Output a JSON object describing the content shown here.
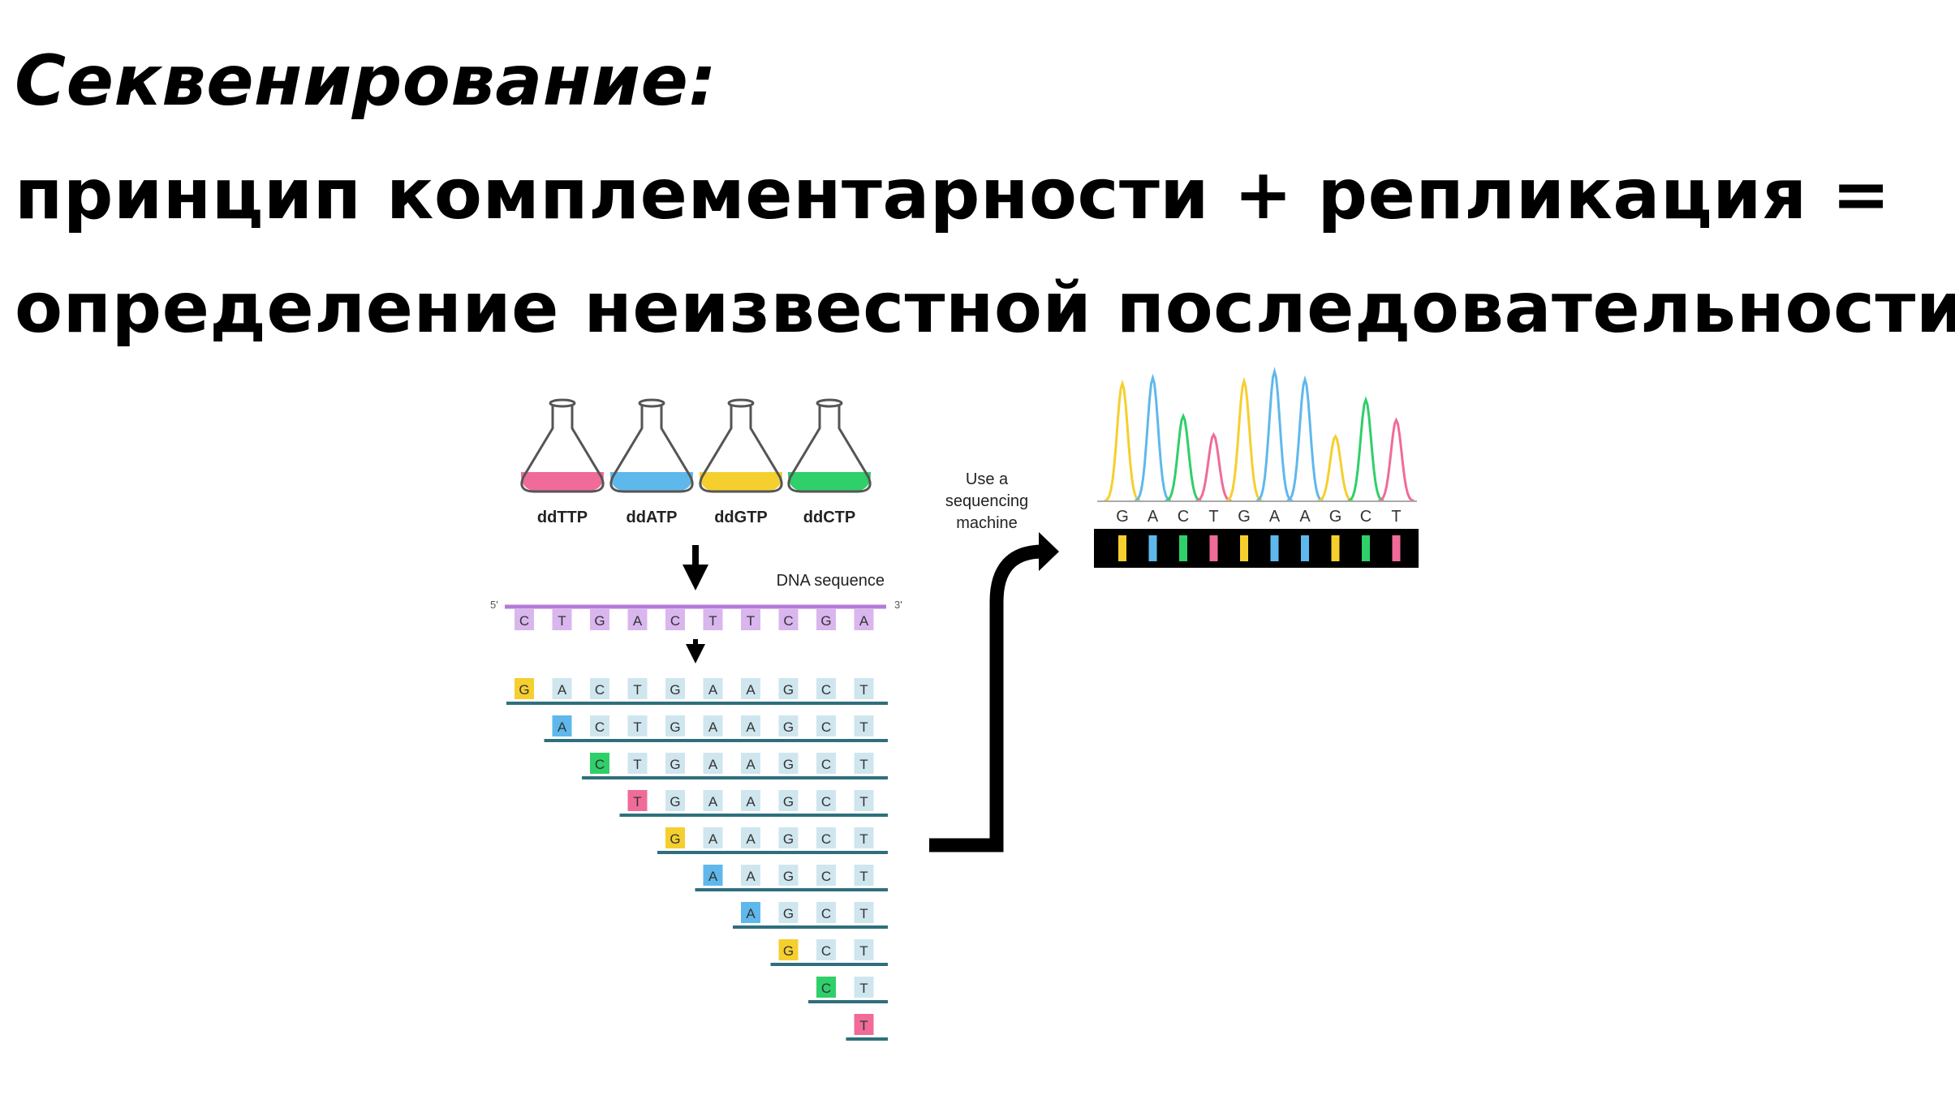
{
  "title": {
    "line1": "Секвенирование:",
    "line2": "принцип комплементарности + репликация =",
    "line3": "определение неизвестной последовательности"
  },
  "flasks": [
    {
      "label": "ddTTP",
      "color": "#f06b9a"
    },
    {
      "label": "ddATP",
      "color": "#5fb8ec"
    },
    {
      "label": "ddGTP",
      "color": "#f5cf2e"
    },
    {
      "label": "ddCTP",
      "color": "#2fcf6a"
    }
  ],
  "template": {
    "label": "DNA sequence",
    "five_prime": "5'",
    "three_prime": "3'",
    "bases": [
      "C",
      "T",
      "G",
      "A",
      "C",
      "T",
      "T",
      "C",
      "G",
      "A"
    ],
    "color": "#d9b6ee",
    "backbone_color": "#b57ad6"
  },
  "fragments": [
    [
      "G",
      "A",
      "C",
      "T",
      "G",
      "A",
      "A",
      "G",
      "C",
      "T"
    ],
    [
      "A",
      "C",
      "T",
      "G",
      "A",
      "A",
      "G",
      "C",
      "T"
    ],
    [
      "C",
      "T",
      "G",
      "A",
      "A",
      "G",
      "C",
      "T"
    ],
    [
      "T",
      "G",
      "A",
      "A",
      "G",
      "C",
      "T"
    ],
    [
      "G",
      "A",
      "A",
      "G",
      "C",
      "T"
    ],
    [
      "A",
      "A",
      "G",
      "C",
      "T"
    ],
    [
      "A",
      "G",
      "C",
      "T"
    ],
    [
      "G",
      "C",
      "T"
    ],
    [
      "C",
      "T"
    ],
    [
      "T"
    ]
  ],
  "machine_label": [
    "Use a",
    "sequencing",
    "machine"
  ],
  "read": {
    "bases": [
      "G",
      "A",
      "C",
      "T",
      "G",
      "A",
      "A",
      "G",
      "C",
      "T"
    ]
  },
  "colors": {
    "G": "#f5cf2e",
    "A": "#5fb8ec",
    "C": "#2fcf6a",
    "T": "#f06b9a",
    "unlabeled_box": "#cfe6ef",
    "fragment_line": "#2f6f7d",
    "bar_bg": "#000000"
  }
}
